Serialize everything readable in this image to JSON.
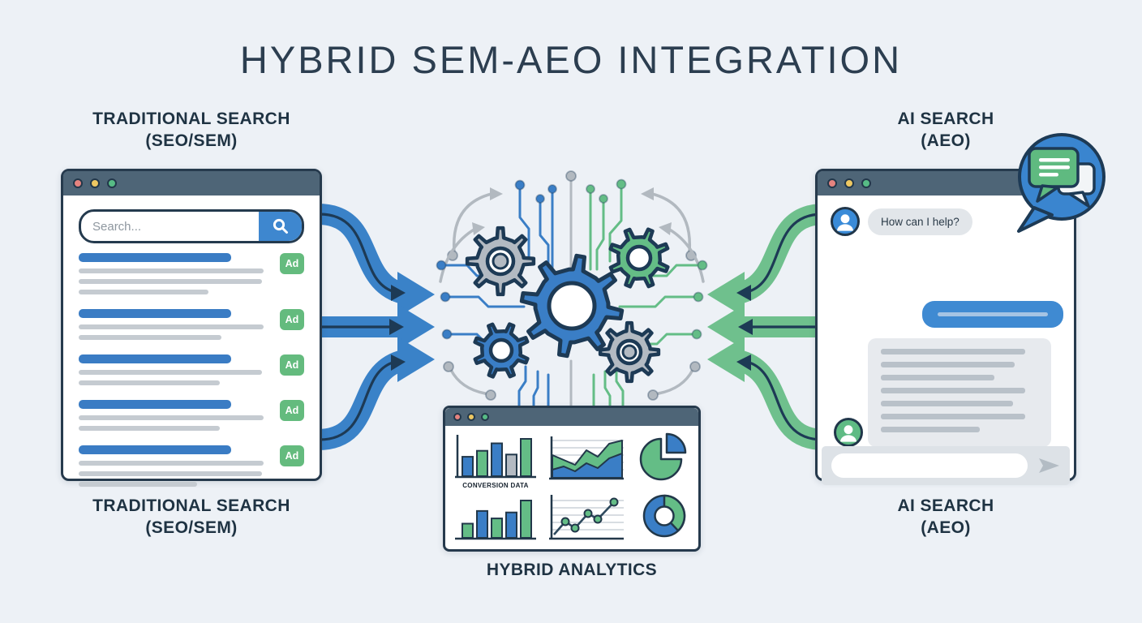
{
  "title": "HYBRID SEM-AEO INTEGRATION",
  "palette": {
    "background": "#edf1f6",
    "ink": "#1f3343",
    "navy_outline": "#1d3a55",
    "window_header": "#4e6577",
    "blue": "#3a7ec6",
    "green": "#64bd86",
    "gray": "#b3bac2",
    "light_gray_line": "#c5cbd1",
    "dot_red": "#e5837f",
    "dot_yellow": "#eec862",
    "dot_green": "#57bb85"
  },
  "traditional_search": {
    "label_line1": "TRADITIONAL SEARCH",
    "label_line2": "(SEO/SEM)",
    "browser": {
      "search_placeholder": "Search...",
      "ad_badge_label": "Ad",
      "results": [
        {
          "ad": "Ad",
          "line_widths": [
            97,
            96,
            68
          ]
        },
        {
          "ad": "Ad",
          "line_widths": [
            97,
            75
          ]
        },
        {
          "ad": "Ad",
          "line_widths": [
            96,
            74
          ]
        },
        {
          "ad": "Ad",
          "line_widths": [
            97,
            74
          ]
        },
        {
          "ad": "Ad",
          "line_widths": [
            97,
            96,
            62
          ]
        }
      ]
    }
  },
  "ai_search": {
    "label_line1": "AI SEARCH",
    "label_line2": "(AEO)",
    "chat": {
      "greeting": "How can I help?",
      "user_reply_line_width": 78,
      "answer_line_widths": [
        92,
        85,
        72,
        92,
        84,
        92,
        63
      ]
    }
  },
  "analytics": {
    "label": "HYBRID ANALYTICS",
    "conversion_label": "CONVERSION DATA",
    "charts": {
      "bar_top": {
        "type": "bar",
        "values": [
          52,
          68,
          88,
          58,
          100
        ],
        "colors": [
          "blue",
          "green",
          "blue",
          "gray",
          "green"
        ],
        "left_axis": true
      },
      "bar_bottom": {
        "type": "bar",
        "values": [
          38,
          72,
          52,
          68,
          100
        ],
        "colors": [
          "green",
          "blue",
          "green",
          "blue",
          "green"
        ],
        "left_axis": false
      },
      "area": {
        "type": "area",
        "x": [
          6,
          20,
          34,
          48,
          62,
          76,
          92
        ],
        "blue_top": [
          44,
          40,
          46,
          36,
          42,
          30,
          24
        ],
        "green_top": [
          26,
          32,
          38,
          20,
          28,
          12,
          8
        ]
      },
      "pie": {
        "type": "pie",
        "slices": [
          {
            "color": "green",
            "pct": 75
          },
          {
            "color": "blue",
            "pct": 25
          }
        ],
        "exploded": "blue"
      },
      "donut": {
        "type": "donut",
        "slices": [
          {
            "color": "blue",
            "pct": 62
          },
          {
            "color": "green",
            "pct": 38
          }
        ]
      },
      "line": {
        "type": "line",
        "points": [
          [
            8,
            52
          ],
          [
            22,
            36
          ],
          [
            34,
            44
          ],
          [
            50,
            26
          ],
          [
            62,
            33
          ],
          [
            82,
            12
          ]
        ]
      }
    }
  }
}
